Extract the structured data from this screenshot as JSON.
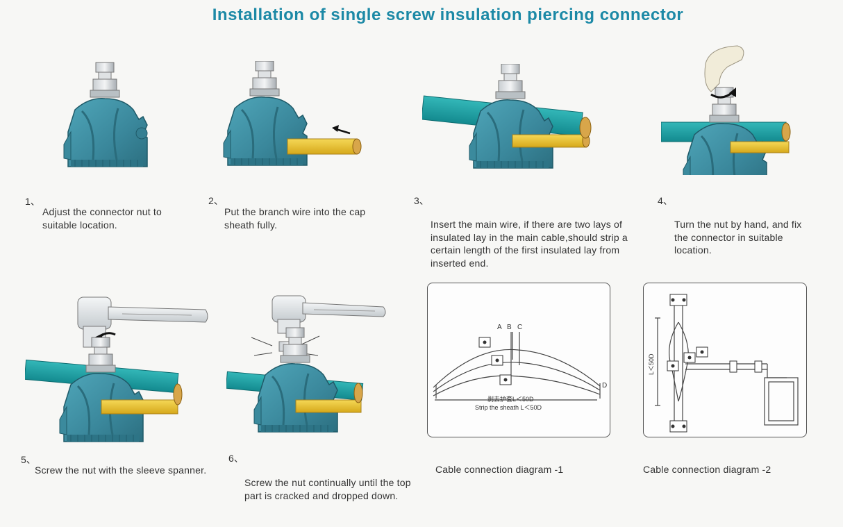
{
  "title": "Installation of single screw insulation piercing connector",
  "steps": [
    {
      "num": "1、",
      "text": "Adjust the connector nut to suitable location."
    },
    {
      "num": "2、",
      "text": "Put the branch wire into the cap sheath fully."
    },
    {
      "num": "3、",
      "text": "Insert the main wire, if there are two lays of insulated lay in the main cable,should strip a certain length of the first insulated lay from inserted end."
    },
    {
      "num": "4、",
      "text": "Turn the nut by hand, and fix the connector in suitable location."
    },
    {
      "num": "5、",
      "text": "Screw the nut with the sleeve spanner."
    },
    {
      "num": "6、",
      "text": "Screw the nut continually until the top part is cracked and dropped down."
    }
  ],
  "diagram1": {
    "caption": "Cable connection diagram -1",
    "labels": [
      "A",
      "B",
      "C",
      "D"
    ],
    "strip_cn": "剥去护套L＜50D",
    "strip_en": "Strip the sheath L＜50D"
  },
  "diagram2": {
    "caption": "Cable connection diagram -2",
    "dim_label": "L＜50D"
  },
  "colors": {
    "title": "#1c89a6",
    "connector": "#3f8fa3",
    "main_wire": "#1aa2a6",
    "branch_wire": "#e9c431"
  }
}
